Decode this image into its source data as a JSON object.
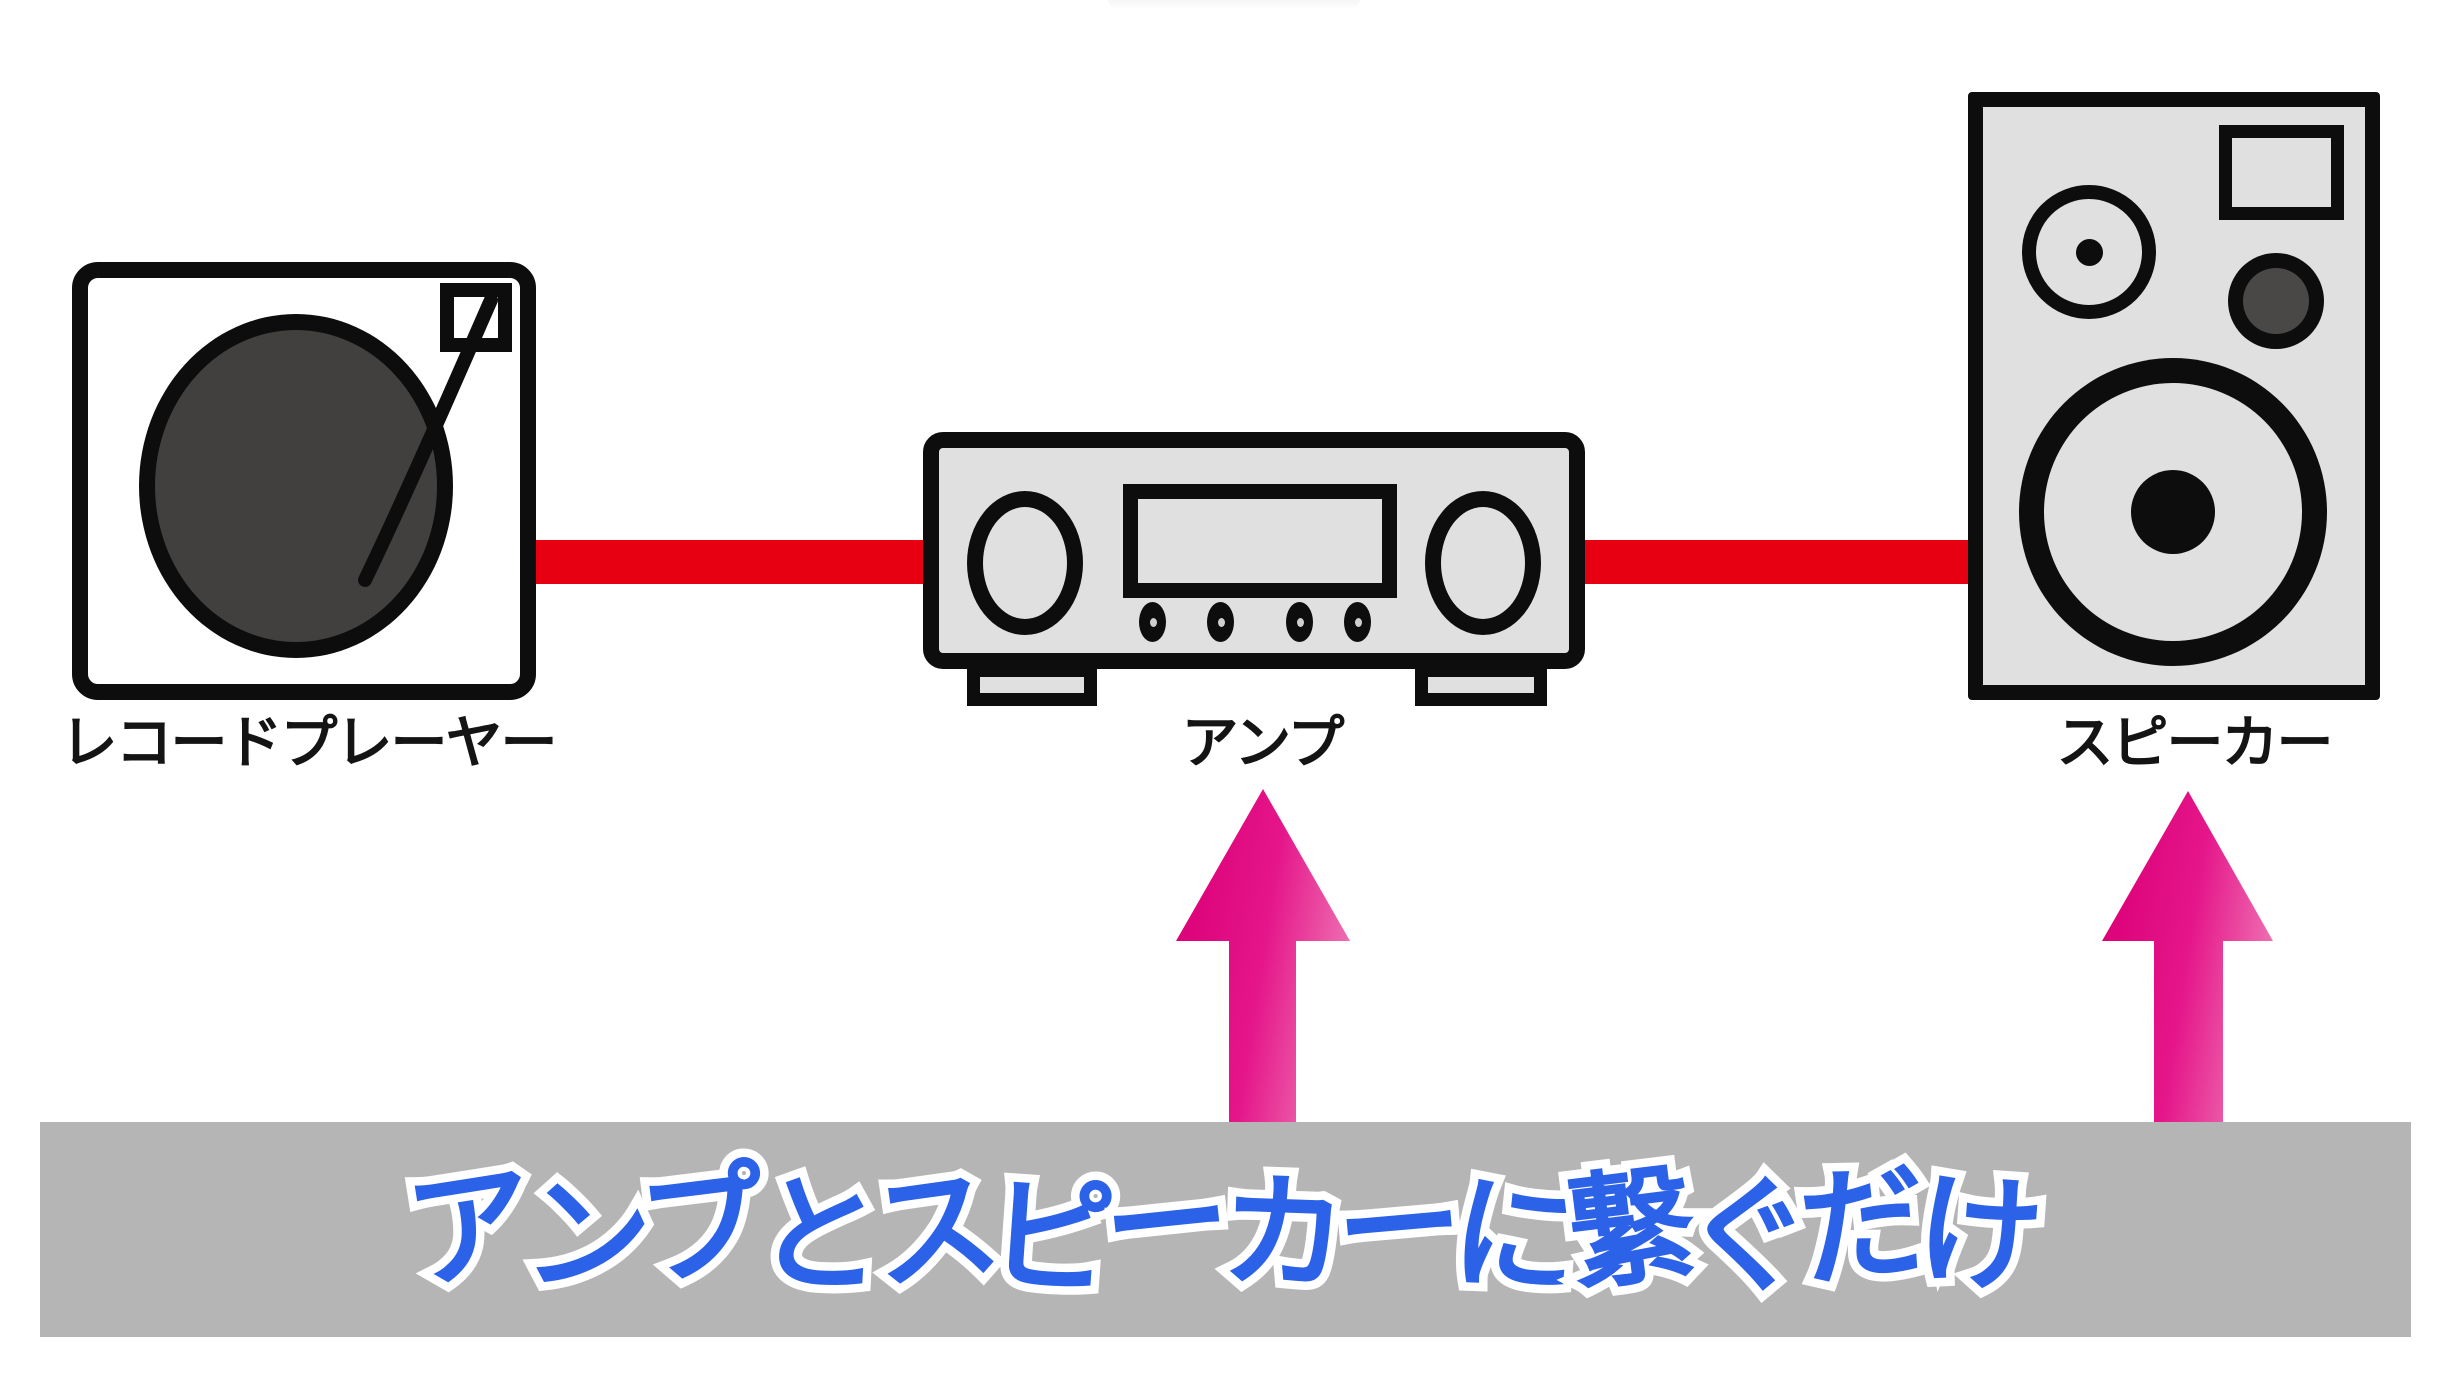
{
  "diagram": {
    "devices": [
      {
        "id": "record-player",
        "label": "レコードプレーヤー"
      },
      {
        "id": "amplifier",
        "label": "アンプ"
      },
      {
        "id": "speaker",
        "label": "スピーカー"
      }
    ],
    "caption": "アンプとスピーカーに繋ぐだけ",
    "colors": {
      "cable_red": "#e60012",
      "device_gray": "#e0e0e0",
      "line_black": "#0d0d0d",
      "vinyl_dark": "#423f3f",
      "driver_dark": "#4a4747",
      "banner_gray": "#b5b5b5",
      "caption_blue": "#2b62e8",
      "arrow_dark": "#dc0077",
      "arrow_mid": "#e5168a",
      "arrow_light": "#ef7ab6"
    }
  }
}
